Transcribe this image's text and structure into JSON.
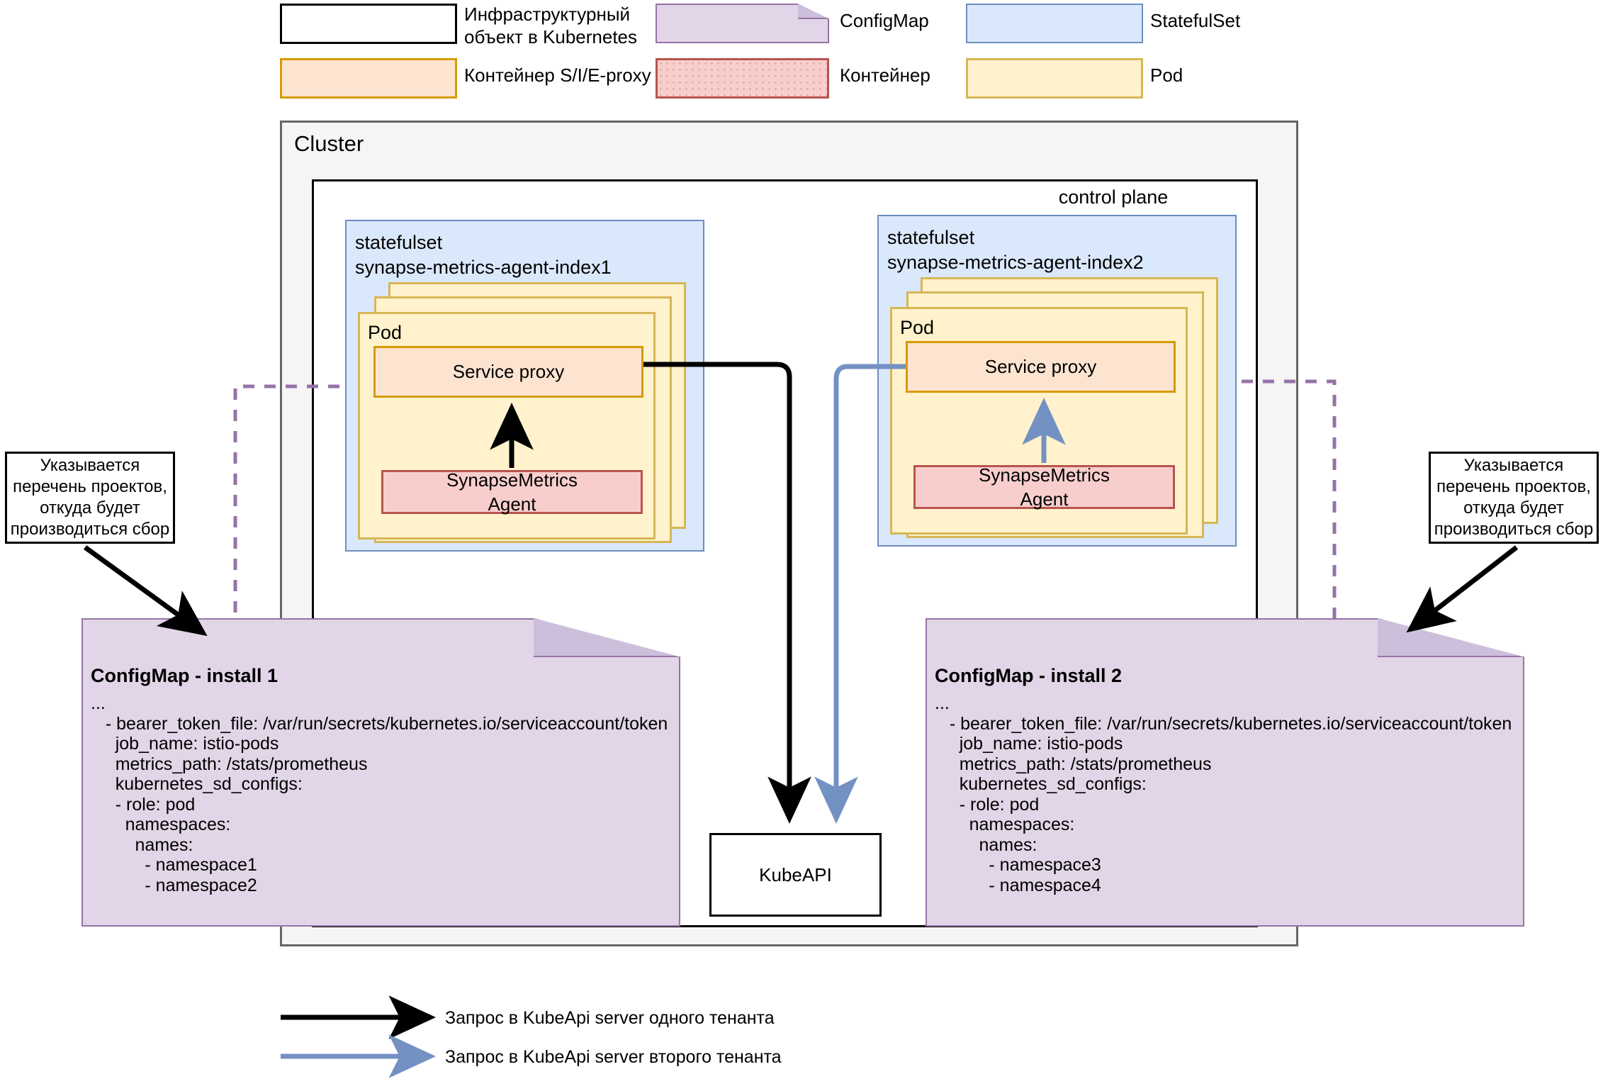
{
  "legend_top": {
    "items": [
      {
        "key": "infra",
        "label": "Инфраструктурный\nобъект в Kubernetes",
        "fill": "#FFFFFF",
        "stroke": "#000000"
      },
      {
        "key": "configmap",
        "label": "ConfigMap",
        "fill": "#E1D5E7",
        "stroke": "#9673A6"
      },
      {
        "key": "statefulset",
        "label": "StatefulSet",
        "fill": "#DAE8FC",
        "stroke": "#6C8EBF"
      },
      {
        "key": "sie_proxy",
        "label": "Контейнер S/I/E-proxy",
        "fill": "#FCE4D0",
        "stroke": "#D79B00"
      },
      {
        "key": "container",
        "label": "Контейнер",
        "fill": "#F8CECC",
        "stroke": "#B85450"
      },
      {
        "key": "pod",
        "label": "Pod",
        "fill": "#FFF2CC",
        "stroke": "#D6B656"
      }
    ]
  },
  "cluster": {
    "title": "Cluster",
    "control_plane": {
      "title": "control plane"
    },
    "statefulsets": [
      {
        "kind": "statefulset",
        "name": "synapse-metrics-agent-index1",
        "title": "statefulset\nsynapse-metrics-agent-index1",
        "pod_label": "Pod",
        "service_proxy": "Service proxy",
        "agent": "SynapseMetrics\nAgent",
        "pod_replicas": 3
      },
      {
        "kind": "statefulset",
        "name": "synapse-metrics-agent-index2",
        "title": "statefulset\nsynapse-metrics-agent-index2",
        "pod_label": "Pod",
        "service_proxy": "Service proxy",
        "agent": "SynapseMetrics\nAgent",
        "pod_replicas": 3
      }
    ],
    "kubeapi": {
      "label": "KubeAPI"
    }
  },
  "notes": [
    {
      "id": "note-left",
      "text": "Указывается\nперечень проектов,\nоткуда будет\nпроизводиться сбор"
    },
    {
      "id": "note-right",
      "text": "Указывается\nперечень проектов,\nоткуда будет\nпроизводиться сбор"
    }
  ],
  "configmaps": [
    {
      "id": "configmap-install-1",
      "title": "ConfigMap - install 1",
      "body": "...\n   - bearer_token_file: /var/run/secrets/kubernetes.io/serviceaccount/token\n     job_name: istio-pods\n     metrics_path: /stats/prometheus\n     kubernetes_sd_configs:\n     - role: pod\n       namespaces:\n         names:\n           - namespace1\n           - namespace2"
    },
    {
      "id": "configmap-install-2",
      "title": "ConfigMap - install 2",
      "body": "...\n   - bearer_token_file: /var/run/secrets/kubernetes.io/serviceaccount/token\n     job_name: istio-pods\n     metrics_path: /stats/prometheus\n     kubernetes_sd_configs:\n     - role: pod\n       namespaces:\n         names:\n           - namespace3\n           - namespace4"
    }
  ],
  "legend_bottom": {
    "items": [
      {
        "key": "tenant-one",
        "label": "Запрос в KubeApi server одного тенанта",
        "color": "#000000"
      },
      {
        "key": "tenant-two",
        "label": "Запрос в KubeApi server второго тенанта",
        "color": "#7491C4"
      }
    ]
  },
  "colors": {
    "black": "#000000",
    "blue_arrow": "#7491C4",
    "purple_dash": "#9673A6",
    "cluster_bg": "#F5F5F5",
    "cluster_border": "#666666"
  }
}
